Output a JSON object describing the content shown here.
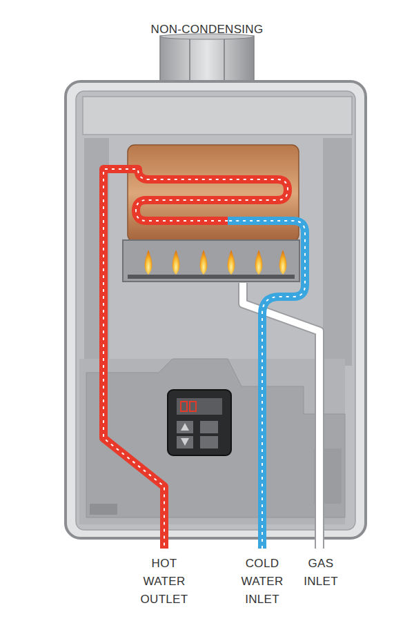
{
  "diagram": {
    "title": "NON-CONDENSING",
    "labels": [
      "HOT WATER OUTLET",
      "COLD WATER INLET",
      "GAS INLET"
    ]
  }
}
